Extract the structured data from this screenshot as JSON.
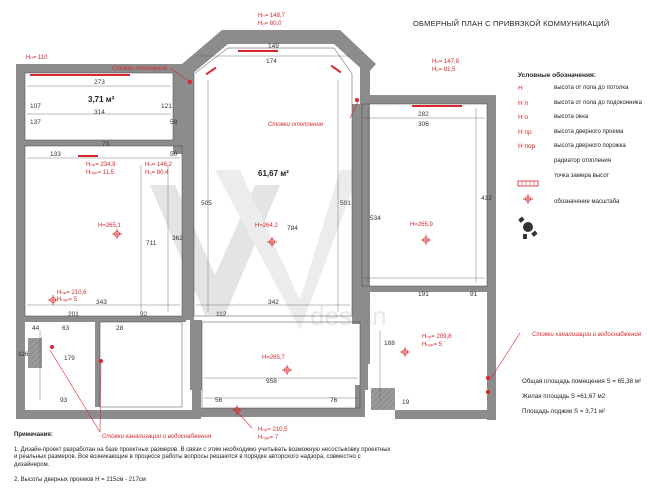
{
  "title": "ОБМЕРНЫЙ ПЛАН С ПРИВЯЗКОЙ КОММУНИКАЦИЙ",
  "legend": {
    "heading": "Условные обозначения:",
    "items": [
      {
        "symbol": "H",
        "label": "высота от пола до потолка"
      },
      {
        "symbol": "H п",
        "label": "высота от пола до подоконника"
      },
      {
        "symbol": "H о",
        "label": "высота окна"
      },
      {
        "symbol": "H пр",
        "label": "высота дверного проема"
      },
      {
        "symbol": "H пор",
        "label": "высота дверного порожка"
      },
      {
        "symbol": "",
        "label": "радиатор отопления"
      },
      {
        "symbol": "",
        "label": "точка замера высот"
      },
      {
        "symbol": "",
        "label": "обозначение масштаба"
      }
    ]
  },
  "areas": {
    "total": "Общая площадь помещения  S = 65,38 м²",
    "living": "Жилая площадь  S =61,67 м2",
    "loggia": "Площадь лоджии  S = 3,71 м²"
  },
  "notes": {
    "heading": "Примечания:",
    "n1": "1. Дизайн-проект разработан на базе проектных размеров. В связи с этим необходимо учитывать возможную несостыковку проектных и реальных размеров. Все возникающие в процессе работы вопросы решаются в порядке авторского надзора, совместно с дизайнером.",
    "n2": "2. Высоты дверных проемов H = 215см - 217см"
  },
  "rooms": {
    "loggia_area": "3,71 м²",
    "main_area": "61,67 м²"
  },
  "labels": {
    "radiators_top_left": "Стояки отопления",
    "radiators_center": "Стояки отопления",
    "sewer_right": "Стояки канализации и водоснабжения",
    "sewer_bottom": "Стояки канализации и водоснабжения"
  },
  "measurements": {
    "h1": "Hₙ= 148,7",
    "h1b": "Hₒ= 80,0",
    "h2": "Hₙ= 147,8",
    "h2b": "Hₒ= 81,5",
    "h3": "Hₙ= 110",
    "h4": "Hₙₚ= 234,9",
    "h4b": "Hₙₒₚ= 11,5",
    "h5": "Hₙ= 146,2",
    "h5b": "Hₒ= 80,4",
    "h6": "H=265,1",
    "h7": "H=264,2",
    "h8": "H=265,9",
    "h9": "H=265,7",
    "h10": "Hₙₚ= 210,6",
    "h10b": "Hₙₒₚ= 5",
    "h11": "Hₙₚ= 209,8",
    "h11b": "Hₙₒₚ= 5",
    "h12": "Hₙₚ= 210,5",
    "h12b": "Hₙₒₚ= 7"
  },
  "dims": {
    "d149": "149",
    "d174": "174",
    "d273": "273",
    "d314": "314",
    "d137": "137",
    "d107": "107",
    "d121": "121",
    "d58": "58",
    "d133": "133",
    "d73": "73",
    "d50": "50",
    "d282": "282",
    "d306": "306",
    "d432": "432",
    "d505": "505",
    "d784": "784",
    "d501": "501",
    "d534": "534",
    "d711": "711",
    "d362": "362",
    "d343": "343",
    "d201": "201",
    "d92": "92",
    "d112": "112",
    "d342": "342",
    "d191": "191",
    "d91": "91",
    "d44": "44",
    "d63": "63",
    "d958": "958",
    "d188": "188",
    "d179": "179",
    "d116": "116",
    "d28": "28",
    "d93": "93",
    "d56": "56",
    "d76": "76",
    "d19": "19"
  },
  "watermark": "design"
}
